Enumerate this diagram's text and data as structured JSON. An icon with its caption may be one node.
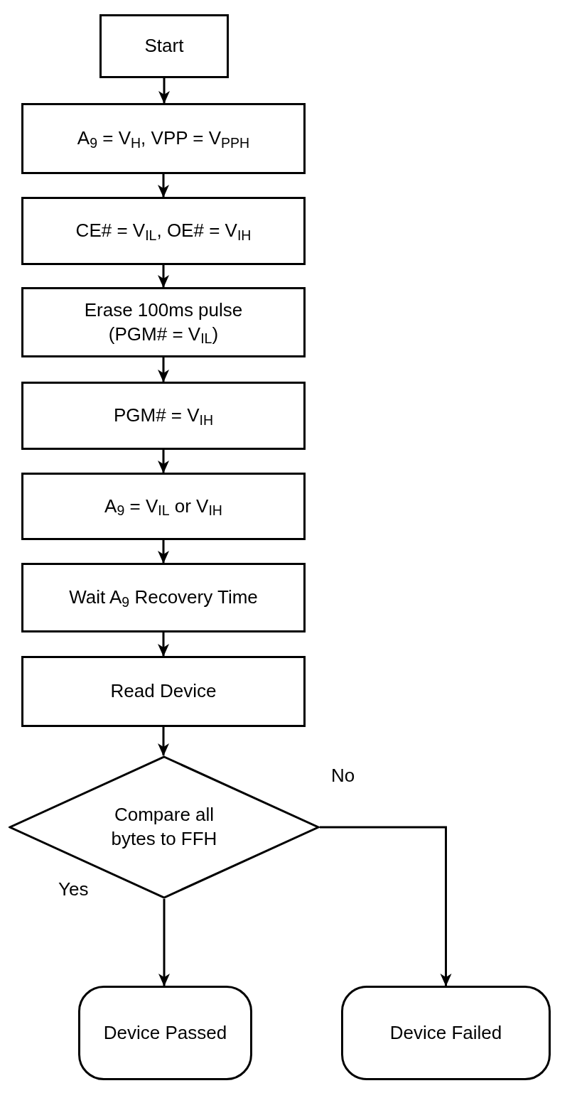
{
  "diagram": {
    "nodes": [
      {
        "text": [
          "Start"
        ]
      },
      {
        "text": [
          "A$_{9}$ = V$_{H}$, VPP = V$_{PPH}$"
        ]
      },
      {
        "text": [
          "CE# = V$_{IL}$, OE# = V$_{IH}$"
        ]
      },
      {
        "text": [
          "Erase 100ms pulse (PGM# = V$_{IL}$)"
        ]
      },
      {
        "text": [
          "PGM# = V$_{IH}$"
        ]
      },
      {
        "text": [
          "A$_{9}$ = V$_{IL}$ or V$_{IH}$"
        ]
      },
      {
        "text": [
          "Wait A$_{9}$ Recovery Time"
        ]
      },
      {
        "text": [
          "Read Device"
        ]
      },
      {
        "text": [
          "Compare all bytes to FFH"
        ]
      },
      {
        "text": [
          "Device Passed"
        ]
      },
      {
        "text": [
          "Device Failed"
        ]
      }
    ],
    "edges": [
      {
        "from": 0,
        "to": 1,
        "arrow": "to"
      },
      {
        "from": 1,
        "to": 2,
        "arrow": "to"
      },
      {
        "from": 2,
        "to": 3,
        "arrow": "to"
      },
      {
        "from": 3,
        "to": 4,
        "arrow": "to"
      },
      {
        "from": 4,
        "to": 5,
        "arrow": "to"
      },
      {
        "from": 5,
        "to": 6,
        "arrow": "to"
      },
      {
        "from": 6,
        "to": 7,
        "arrow": "to"
      },
      {
        "from": 7,
        "to": 8,
        "arrow": "to"
      },
      {
        "from": 8,
        "to": 10,
        "arrow": "to",
        "label": "No"
      },
      {
        "from": 8,
        "to": 9,
        "arrow": "to",
        "label": "Yes"
      }
    ]
  }
}
